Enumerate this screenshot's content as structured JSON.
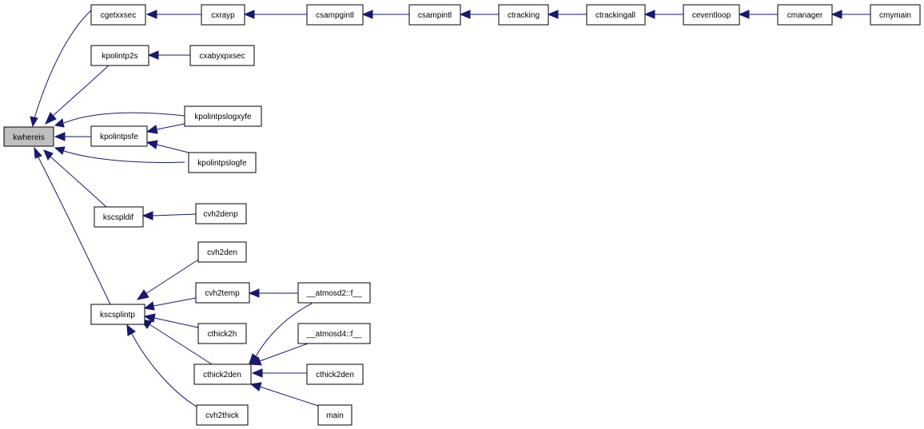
{
  "colors": {
    "edge": "#191970",
    "root_fill": "#bfbfbf",
    "node_fill": "#ffffff"
  },
  "nodes": {
    "kwhereis": "kwhereis",
    "cgetxxsec": "cgetxxsec",
    "cxrayp": "cxrayp",
    "csampgintl": "csampgintl",
    "csampintl": "csampintl",
    "ctracking": "ctracking",
    "ctrackingall": "ctrackingall",
    "ceventloop": "ceventloop",
    "cmanager": "cmanager",
    "cmymain": "cmymain",
    "kpolintp2s": "kpolintp2s",
    "cxabyxpxsec": "cxabyxpxsec",
    "kpolintpslogxyfe": "kpolintpslogxyfe",
    "kpolintpsfe": "kpolintpsfe",
    "kpolintpslogfe": "kpolintpslogfe",
    "kscspldif": "kscspldif",
    "cvh2denp": "cvh2denp",
    "cvh2den": "cvh2den",
    "cvh2temp": "cvh2temp",
    "atmosd2_f": "__atmosd2::f__",
    "kscsplintp": "kscsplintp",
    "cthick2h": "cthick2h",
    "atmosd4_f": "__atmosd4::f__",
    "cthick2den": "cthick2den",
    "cthick2den_caller": "cthick2den",
    "cvh2thick": "cvh2thick",
    "main": "main"
  }
}
